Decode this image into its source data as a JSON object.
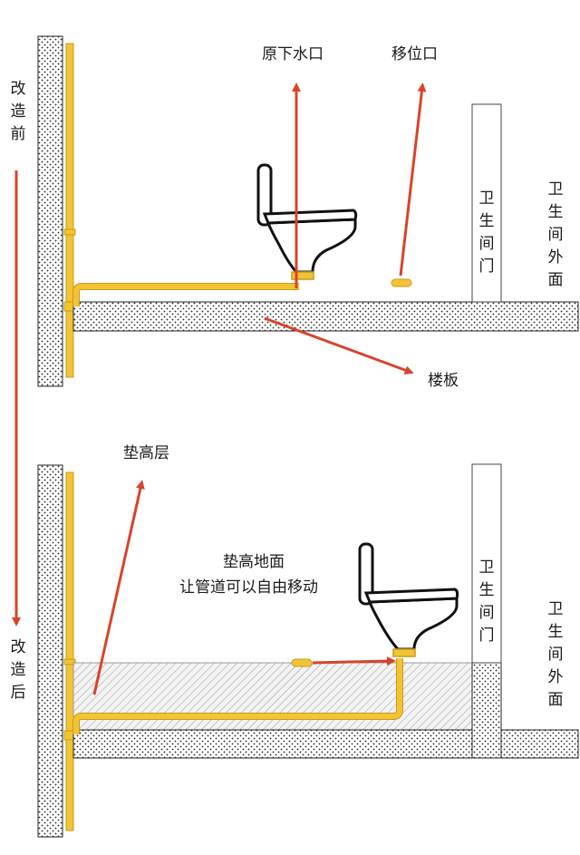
{
  "labels": {
    "before": "改造前",
    "after": "改造后",
    "original_drain": "原下水口",
    "relocated_drain": "移位口",
    "floor_slab": "楼板",
    "raised_layer": "垫高层",
    "raised_floor_line1": "垫高地面",
    "raised_floor_line2": "让管道可以自由移动",
    "bathroom_door": "卫生间门",
    "bathroom_outside": "卫生间外面"
  },
  "colors": {
    "arrow": "#d8432c",
    "pipe": "#f2c433",
    "pipe_edge": "#c99a1a",
    "concrete_dot": "#222222",
    "hatch": "#9a9a9a"
  }
}
